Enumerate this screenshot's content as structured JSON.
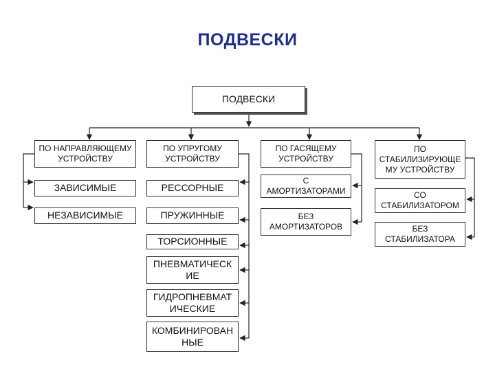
{
  "slide_title": "ПОДВЕСКИ",
  "diagram": {
    "root": "ПОДВЕСКИ",
    "categories": [
      {
        "label": "ПО НАПРАВЛЯЮЩЕМУ\nУСТРОЙСТВУ",
        "children": [
          "ЗАВИСИМЫЕ",
          "НЕЗАВИСИМЫЕ"
        ]
      },
      {
        "label": "ПО УПРУГОМУ\nУСТРОЙСТВУ",
        "children": [
          "РЕССОРНЫЕ",
          "ПРУЖИННЫЕ",
          "ТОРСИОННЫЕ",
          "ПНЕВМАТИЧЕСК\nИЕ",
          "ГИДРОПНЕВМАТ\nИЧЕСКИЕ",
          "КОМБИНИРОВАН\nНЫЕ"
        ]
      },
      {
        "label": "ПО ГАСЯЩЕМУ\nУСТРОЙСТВУ",
        "children": [
          "С\nАМОРТИЗАТОРАМИ",
          "БЕЗ\nАМОРТИЗАТОРОВ"
        ]
      },
      {
        "label": "ПО\nСТАБИЛИЗИРУЮЩЕ\nМУ УСТРОЙСТВУ",
        "children": [
          "СО\nСТАБИЛИЗАТОРОМ",
          "БЕЗ\nСТАБИЛИЗАТОРА"
        ]
      }
    ]
  }
}
